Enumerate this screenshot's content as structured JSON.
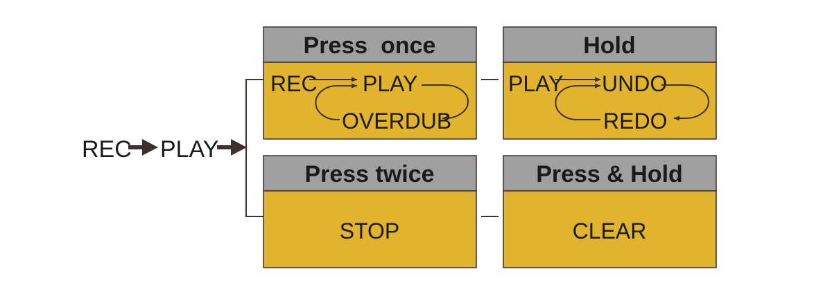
{
  "flow": {
    "start_label": "REC",
    "next_label": "PLAY"
  },
  "boxes": {
    "press_once": {
      "header": "Press  once",
      "rec": "REC",
      "play": "PLAY",
      "overdub": "OVERDUB"
    },
    "hold": {
      "header": "Hold",
      "play": "PLAY",
      "undo": "UNDO",
      "redo": "REDO"
    },
    "press_twice": {
      "header": "Press twice",
      "body": "STOP"
    },
    "press_hold": {
      "header": "Press & Hold",
      "body": "CLEAR"
    }
  },
  "colors": {
    "header_gray": "#a0a0a0",
    "body_gold": "#e2b42e",
    "line": "#3b302c",
    "text": "#1a1a1a"
  }
}
